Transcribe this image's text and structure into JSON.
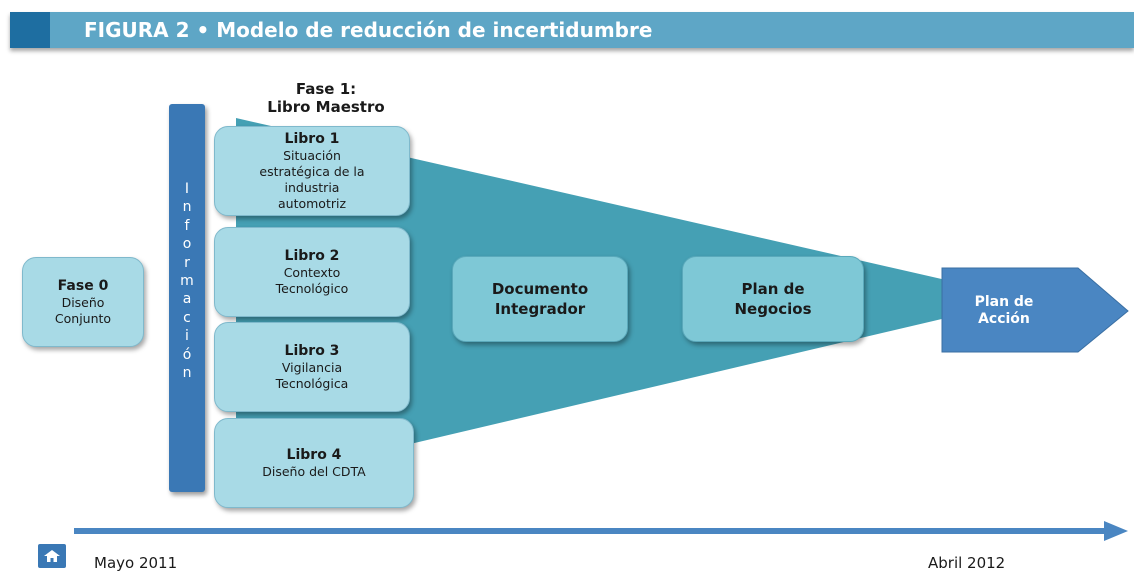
{
  "header": {
    "title": "FIGURA 2 • Modelo de reducción de incertidumbre"
  },
  "phase1_label": [
    "Fase 1:",
    "Libro Maestro"
  ],
  "info_bar": {
    "letters": [
      "I",
      "n",
      "f",
      "o",
      "r",
      "m",
      "a",
      "c",
      "i",
      "ó",
      "n"
    ]
  },
  "boxes": {
    "fase0": {
      "title": "Fase 0",
      "lines": [
        "Diseño",
        "Conjunto"
      ]
    },
    "libro1": {
      "title": "Libro 1",
      "lines": [
        "Situación",
        "estratégica de la",
        "industria",
        "automotriz"
      ]
    },
    "libro2": {
      "title": "Libro 2",
      "lines": [
        "Contexto",
        "Tecnológico"
      ]
    },
    "libro3": {
      "title": "Libro 3",
      "lines": [
        "Vigilancia",
        "Tecnológica"
      ]
    },
    "libro4": {
      "title": "Libro 4",
      "lines": [
        "Diseño del CDTA"
      ]
    },
    "documento": {
      "lines": [
        "Documento",
        "Integrador"
      ]
    },
    "plan_negocios": {
      "lines": [
        "Plan de",
        "Negocios"
      ]
    }
  },
  "plan_accion": [
    "Plan de",
    "Acción"
  ],
  "timeline": {
    "start": "Mayo 2011",
    "end": "Abril 2012"
  },
  "colors": {
    "header": "#5ea6c6",
    "header_accent": "#1e6ea1",
    "funnel": "#3b9bb0",
    "box": "#a8dae6",
    "info_bar": "#3a78b5",
    "arrow": "#4a86c2"
  }
}
